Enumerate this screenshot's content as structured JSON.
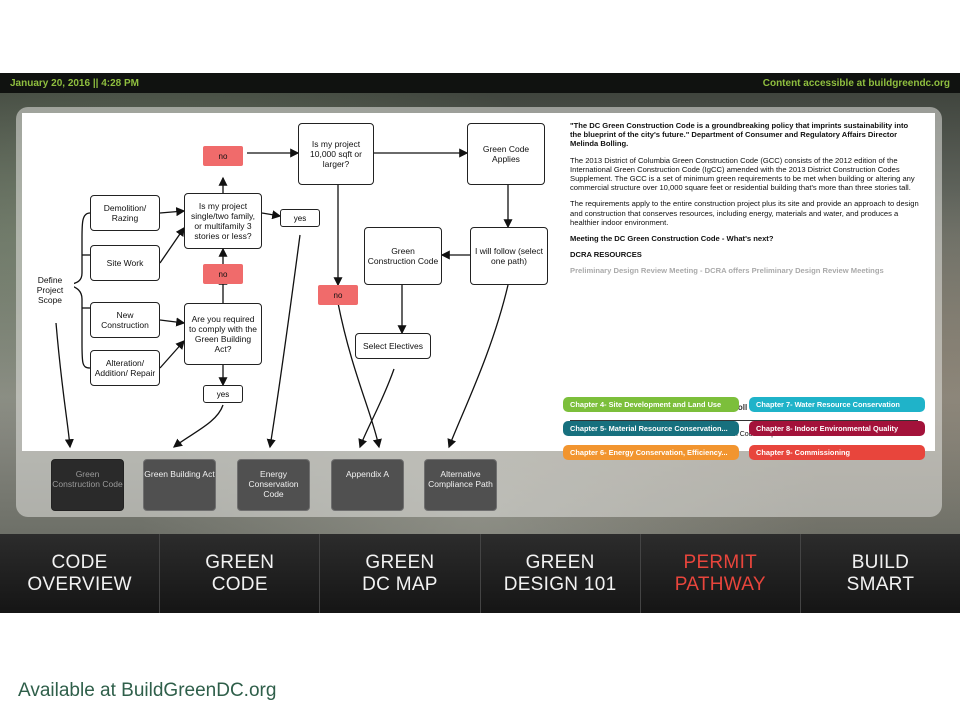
{
  "topbar": {
    "datetime": "January 20, 2016 || 4:28 PM",
    "accessible": "Content accessible at buildgreendc.org"
  },
  "flowchart": {
    "define_scope": "Define Project Scope",
    "scopes": [
      "Demolition/ Razing",
      "Site Work",
      "New Construction",
      "Alteration/ Addition/ Repair"
    ],
    "q_single": "Is my project single/two family, or multifamily 3 stories or less?",
    "q_gba": "Are you required to comply with the Green Building Act?",
    "q_size": "Is my project 10,000 sqft or larger?",
    "applies": "Green Code Applies",
    "follow": "I will follow (select one path)",
    "gcc": "Green Construction Code",
    "electives": "Select Electives",
    "no": "no",
    "yes": "yes"
  },
  "text": {
    "quote": "\"The DC Green Construction Code is a groundbreaking policy that imprints sustainability into the blueprint of the city's future.\" Department of Consumer and Regulatory Affairs Director Melinda Bolling.",
    "p1": "The 2013 District of Columbia Green Construction Code (GCC) consists of the 2012 edition of the International Green Construction Code (IgCC) amended with the 2013 District Construction Codes Supplement. The GCC is a set of minimum green requirements to be met when building or altering any commercial structure over 10,000 square feet or residential building that's more than three stories tall.",
    "p2": "The requirements apply to the entire construction project plus its site and provide an approach to design and construction that conserves resources, including energy, materials and water, and produces a healthier indoor environment.",
    "h1": "Meeting the DC Green Construction Code - What's next?",
    "h2": "DCRA RESOURCES",
    "fade": "Preliminary Design Review Meeting - DCRA offers Preliminary Design Review Meetings"
  },
  "drag_hint": "Drag and scroll to read more",
  "review_line": "Review the DC Green Construction Code Chapters with the buttons below.",
  "chapters": [
    {
      "label": "Chapter 4- Site Development and Land Use",
      "color": "#7cbf3b"
    },
    {
      "label": "Chapter 7- Water Resource Conservation",
      "color": "#1fb3c9"
    },
    {
      "label": "Chapter 5- Material Resource Conservation...",
      "color": "#17707e"
    },
    {
      "label": "Chapter 8- Indoor Environmental Quality",
      "color": "#a3123a"
    },
    {
      "label": "Chapter 6- Energy Conservation, Efficiency...",
      "color": "#f2952f"
    },
    {
      "label": "Chapter 9- Commissioning",
      "color": "#e8453c"
    }
  ],
  "paths": [
    "Green Construction Code",
    "Green Building Act",
    "Energy Conservation Code",
    "Appendix A",
    "Alternative Compliance Path"
  ],
  "nav": [
    {
      "line1": "CODE",
      "line2": "OVERVIEW"
    },
    {
      "line1": "GREEN",
      "line2": "CODE"
    },
    {
      "line1": "GREEN",
      "line2": "DC MAP"
    },
    {
      "line1": "GREEN",
      "line2": "DESIGN 101"
    },
    {
      "line1": "PERMIT",
      "line2": "PATHWAY"
    },
    {
      "line1": "BUILD",
      "line2": "SMART"
    }
  ],
  "credit": "Available at BuildGreenDC.org"
}
